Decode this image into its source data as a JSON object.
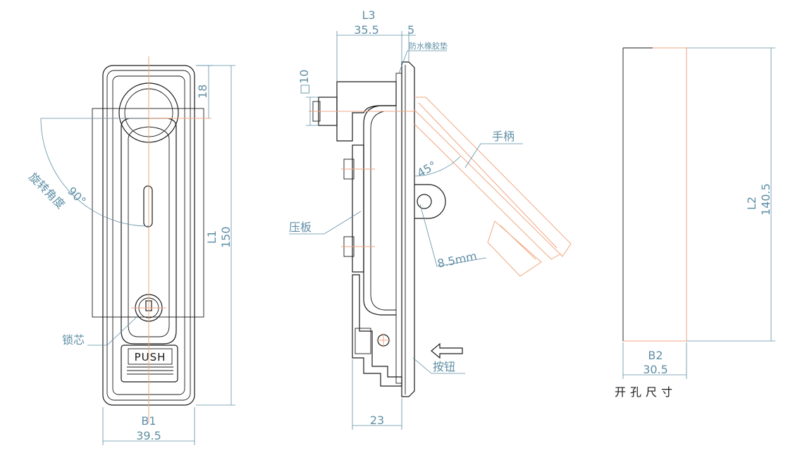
{
  "front_view": {
    "rotation_label": "旋转角度",
    "rotation_angle": "90°",
    "lock_core_label": "锁芯",
    "push_label": "PUSH",
    "dim_b1_name": "B1",
    "dim_b1_value": "39.5",
    "dim_l1_name": "L1",
    "dim_l1_value": "150",
    "dim_top_value": "18"
  },
  "side_view": {
    "dim_l3_name": "L3",
    "dim_l3_value": "35.5",
    "dim_gasket_value": "5",
    "gasket_label": "防水橡胶垫",
    "dim_bolt_value": "□10",
    "handle_label": "手柄",
    "handle_angle": "45°",
    "pressure_plate_label": "压板",
    "hole_label": "8.5mm",
    "button_label": "按钮",
    "dim_depth_value": "23"
  },
  "cutout": {
    "dim_l2_name": "L2",
    "dim_l2_value": "140.5",
    "dim_b2_name": "B2",
    "dim_b2_value": "30.5",
    "caption": "开孔尺寸"
  }
}
